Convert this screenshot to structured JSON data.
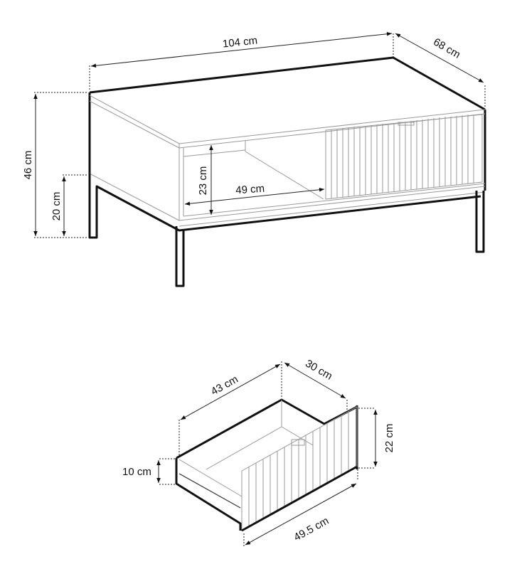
{
  "diagram": {
    "type": "furniture-dimension-drawing",
    "colors": {
      "line": "#111111",
      "thin_line": "#999999",
      "background": "#ffffff"
    },
    "table": {
      "width_label": "104 cm",
      "depth_label": "68 cm",
      "height_label": "46 cm",
      "leg_height_label": "20 cm",
      "shelf_height_label": "23 cm",
      "shelf_width_label": "49 cm"
    },
    "drawer": {
      "depth_label": "43 cm",
      "inner_width_label": "30 cm",
      "front_height_label": "22 cm",
      "side_height_label": "10 cm",
      "front_width_label": "49.5 cm"
    }
  }
}
